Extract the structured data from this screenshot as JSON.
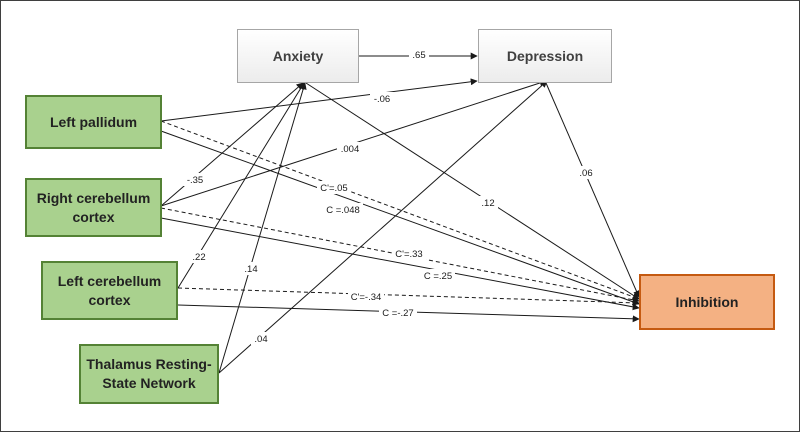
{
  "nodes": {
    "anxiety": "Anxiety",
    "depression": "Depression",
    "left_pallidum": "Left pallidum",
    "right_cerebellum_cortex": [
      "Right cerebellum",
      "cortex"
    ],
    "left_cerebellum_cortex": [
      "Left cerebellum",
      "cortex"
    ],
    "thalamus_rsn": [
      "Thalamus Resting-",
      "State Network"
    ],
    "inhibition": "Inhibition"
  },
  "edge_labels": {
    "anxiety_depression": ".65",
    "lp_depression": "-.06",
    "rcc_depression": ".004",
    "rcc_anxiety": "-.35",
    "lcc_anxiety": ".22",
    "trsn_anxiety": ".14",
    "trsn_depression": ".04",
    "anxiety_inhibition": ".12",
    "depression_inhibition": ".06",
    "lp_inhibition_direct": "C'=.05",
    "lp_inhibition_total": "C =.048",
    "rcc_inhibition_direct": "C'=.33",
    "rcc_inhibition_total": "C =.25",
    "lcc_inhibition_direct": "C'=-.34",
    "lcc_inhibition_total": "C =-.27"
  },
  "colors": {
    "predictor_fill": "#a9d18e",
    "predictor_border": "#548235",
    "mediator_fill": "#f2f2f2",
    "outcome_fill": "#f4b183",
    "line": "#1a1a1a"
  }
}
